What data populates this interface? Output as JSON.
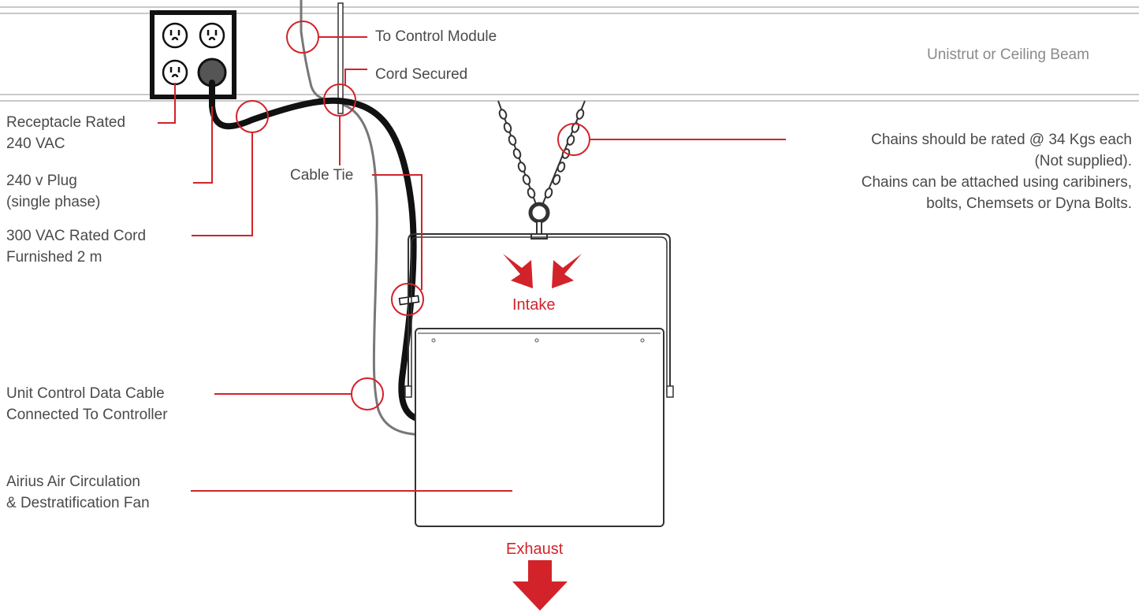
{
  "labels": {
    "to_control_module": "To Control Module",
    "cord_secured": "Cord Secured",
    "ceiling": "Unistrut or Ceiling Beam",
    "receptacle": [
      "Receptacle Rated",
      "240 VAC"
    ],
    "plug": [
      "240 v Plug",
      "(single phase)"
    ],
    "cord": [
      "300 VAC Rated Cord",
      "Furnished 2 m"
    ],
    "cable_tie": "Cable Tie",
    "data_cable": [
      "Unit Control Data Cable",
      "Connected To Controller"
    ],
    "fan": [
      "Airius Air Circulation",
      "& Destratification Fan"
    ],
    "chains": [
      "Chains should be rated @ 34 Kgs each",
      "(Not supplied).",
      "Chains can be attached using caribiners,",
      "bolts, Chemsets or Dyna Bolts."
    ],
    "intake": "Intake",
    "exhaust": "Exhaust"
  },
  "colors": {
    "accent": "#d2232a",
    "text": "#4a4a4a",
    "beam": "#c9c9c9",
    "cord": "#111111"
  }
}
